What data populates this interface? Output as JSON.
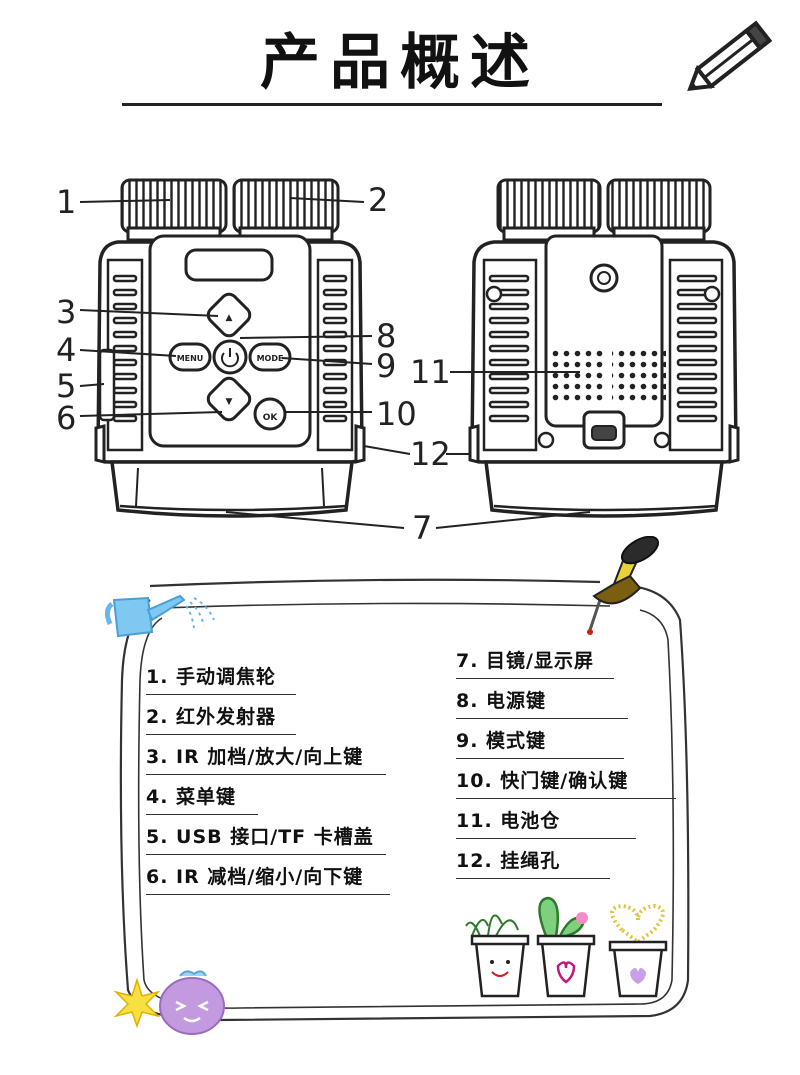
{
  "title": "产品概述",
  "callouts": [
    "1",
    "2",
    "3",
    "4",
    "5",
    "6",
    "7",
    "8",
    "9",
    "10",
    "11",
    "12"
  ],
  "legend_left": [
    "1. 手动调焦轮",
    "2. 红外发射器",
    "3. IR 加档/放大/向上键",
    "4. 菜单键",
    "5. USB 接口/TF 卡槽盖",
    "6. IR 减档/缩小/向下键"
  ],
  "legend_right": [
    "7. 目镜/显示屏",
    "8. 电源键",
    "9. 模式键",
    "10. 快门键/确认键",
    "11. 电池仓",
    "12. 挂绳孔"
  ],
  "button_labels": {
    "menu": "MENU",
    "mode": "MODE",
    "ok": "OK"
  },
  "icons": [
    "pencil-icon",
    "watering-can-icon",
    "pushpin-icon",
    "plant-pot-icon",
    "sun-icon",
    "cute-face-icon"
  ]
}
